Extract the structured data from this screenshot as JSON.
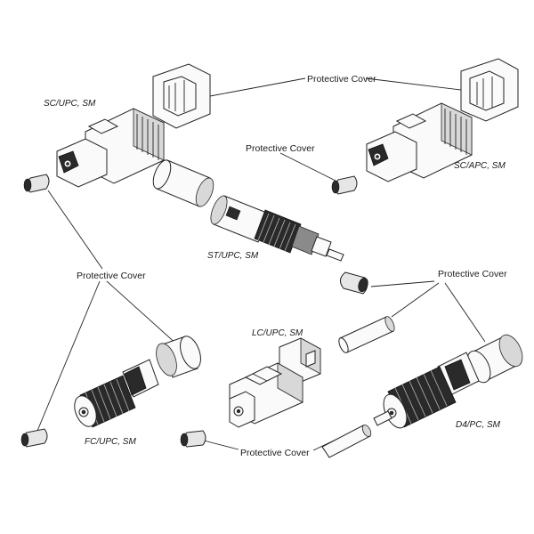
{
  "colors": {
    "line": "#222222",
    "dark": "#2a2a2a",
    "background": "#ffffff"
  },
  "connectors": {
    "sc_upc": "SC/UPC, SM",
    "sc_apc": "SC/APC, SM",
    "st_upc": "ST/UPC, SM",
    "lc_upc": "LC/UPC, SM",
    "fc_upc": "FC/UPC, SM",
    "d4_pc": "D4/PC, SM"
  },
  "callouts": {
    "top": "Protective Cover",
    "center": "Protective Cover",
    "left": "Protective Cover",
    "right": "Protective Cover",
    "bottom": "Protective Cover"
  }
}
